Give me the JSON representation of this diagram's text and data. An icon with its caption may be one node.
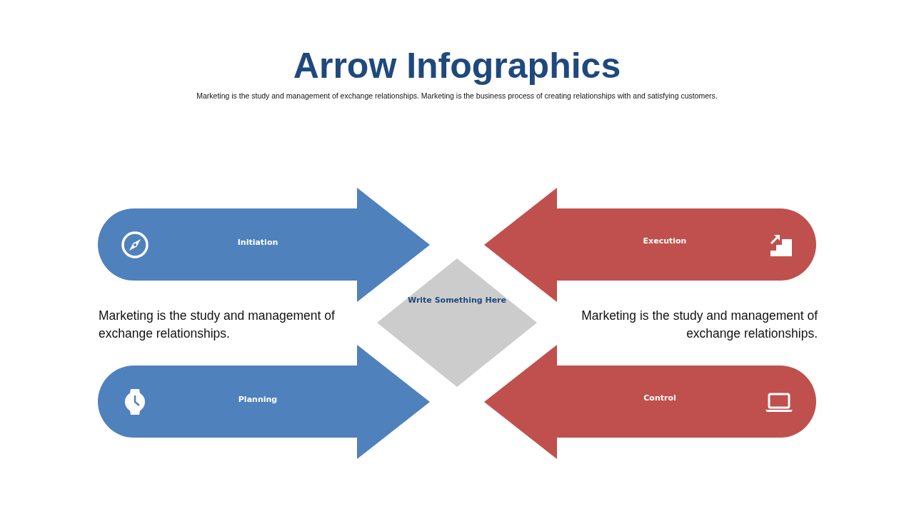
{
  "diagram": {
    "title": "Arrow Infographics",
    "nodes": [
      {
        "text": [
          "Initiation"
        ]
      },
      {
        "text": [
          "Execution"
        ]
      },
      {
        "text": [
          "Write Something Here"
        ]
      },
      {
        "text": [
          "Planning"
        ]
      },
      {
        "text": [
          "Control"
        ]
      }
    ],
    "labels": [
      "Marketing is the study and management of exchange relationships. Marketing is the business process of creating relationships with and satisfying customers.",
      "Marketing is the study and management of exchange relationships.",
      "Marketing is the study and management of exchange relationships."
    ]
  }
}
